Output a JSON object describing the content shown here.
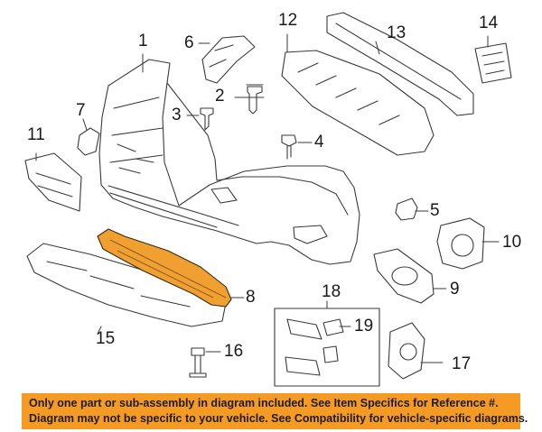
{
  "callouts": {
    "c1": "1",
    "c2": "2",
    "c3": "3",
    "c4": "4",
    "c5": "5",
    "c6": "6",
    "c7": "7",
    "c8": "8",
    "c9": "9",
    "c10": "10",
    "c11": "11",
    "c12": "12",
    "c13": "13",
    "c14": "14",
    "c15": "15",
    "c16": "16",
    "c17": "17",
    "c18": "18",
    "c19": "19"
  },
  "highlight_color": "#f0a030",
  "notice": {
    "line1": "Only one part or sub-assembly in diagram included. See Item Specifics for Reference #.",
    "line2": "Diagram may not be specific to your vehicle. See Compatibility for vehicle-specific diagrams.",
    "background": "#f59a23"
  }
}
